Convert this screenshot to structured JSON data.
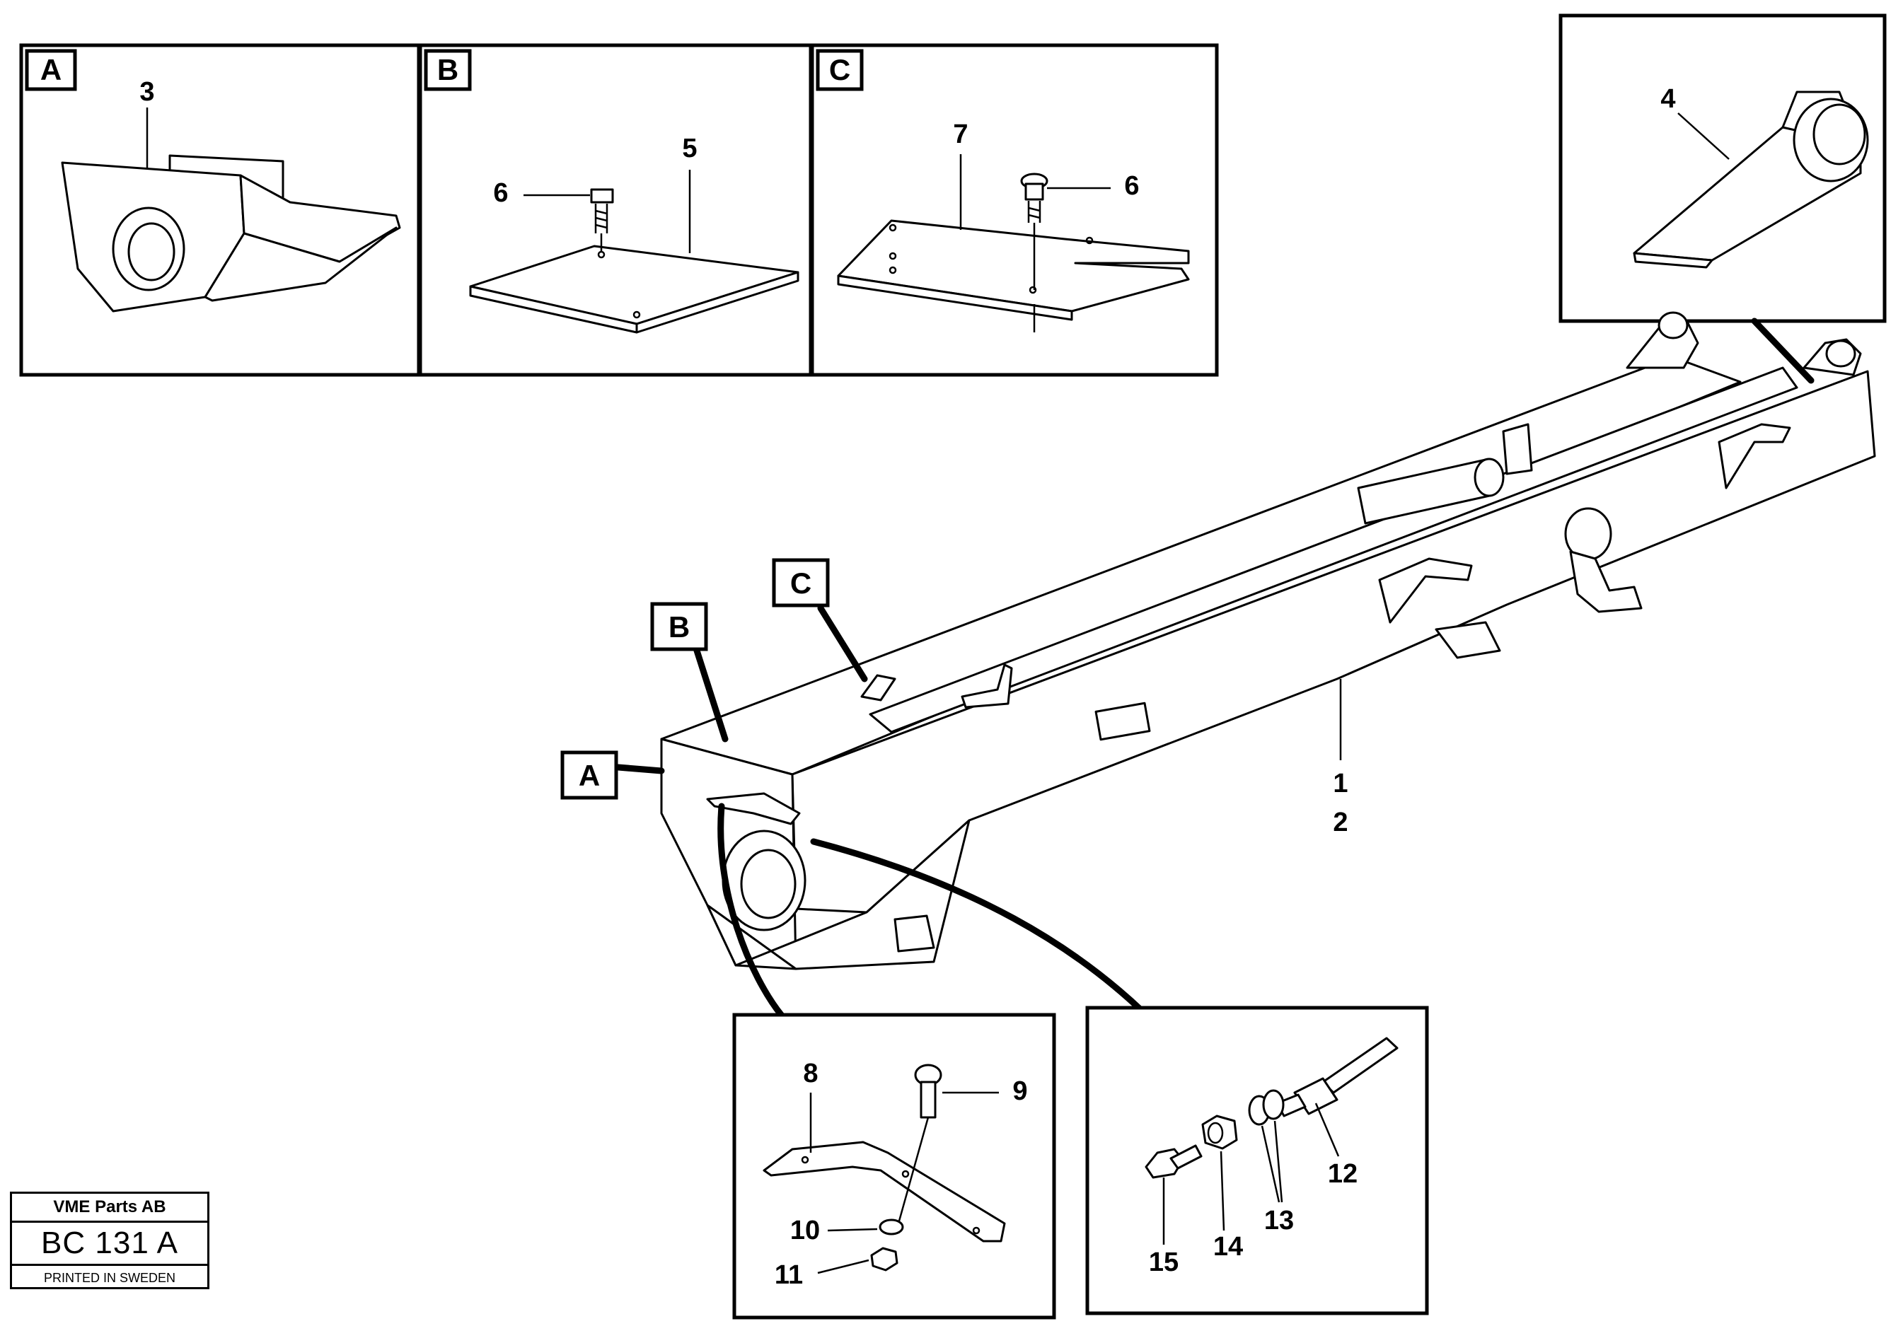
{
  "callouts": {
    "a": "A",
    "b": "B",
    "c": "C"
  },
  "parts": {
    "p1": "1",
    "p2": "2",
    "p3": "3",
    "p4": "4",
    "p5": "5",
    "p6": "6",
    "p7": "7",
    "p8": "8",
    "p9": "9",
    "p10": "10",
    "p11": "11",
    "p12": "12",
    "p13": "13",
    "p14": "14",
    "p15": "15"
  },
  "title_block": {
    "company": "VME Parts AB",
    "drawing_no": "BC 131 A",
    "printed": "PRINTED IN SWEDEN"
  }
}
